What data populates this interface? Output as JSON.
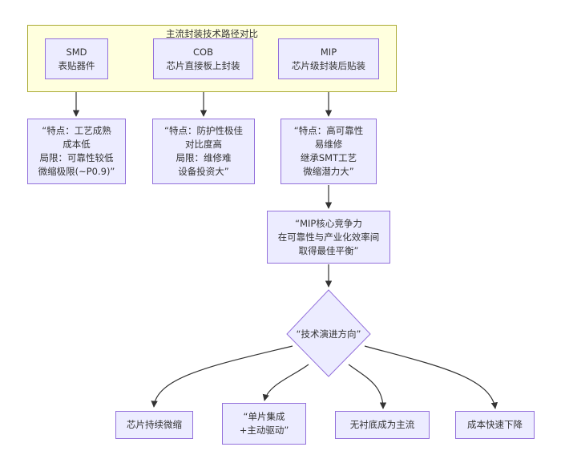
{
  "group_title": "主流封装技术路径对比",
  "packages": [
    {
      "name": "SMD",
      "desc": "表贴器件"
    },
    {
      "name": "COB",
      "desc": "芯片直接板上封装"
    },
    {
      "name": "MIP",
      "desc": "芯片级封装后贴装"
    }
  ],
  "features": [
    [
      "“特点：工艺成熟",
      "成本低",
      "局限：可靠性较低",
      "微缩极限(~P0.9)”"
    ],
    [
      "“特点：防护性极佳",
      "对比度高",
      "局限：维修难",
      "设备投资大”"
    ],
    [
      "“特点：高可靠性",
      "易维修",
      "继承SMT工艺",
      "微缩潜力大”"
    ]
  ],
  "core": [
    "“MIP核心竞争力",
    "在可靠性与产业化效率间",
    "取得最佳平衡”"
  ],
  "decision": "“技术演进方向”",
  "outcomes": [
    [
      "芯片持续微缩"
    ],
    [
      "“单片集成",
      "+主动驱动”"
    ],
    [
      "无衬底成为主流"
    ],
    [
      "成本快速下降"
    ]
  ],
  "colors": {
    "node_fill": "#ECECFF",
    "node_stroke": "#9370DB",
    "group_fill": "#FFFFDE",
    "group_stroke": "#AAAA33",
    "edge": "#333333"
  }
}
